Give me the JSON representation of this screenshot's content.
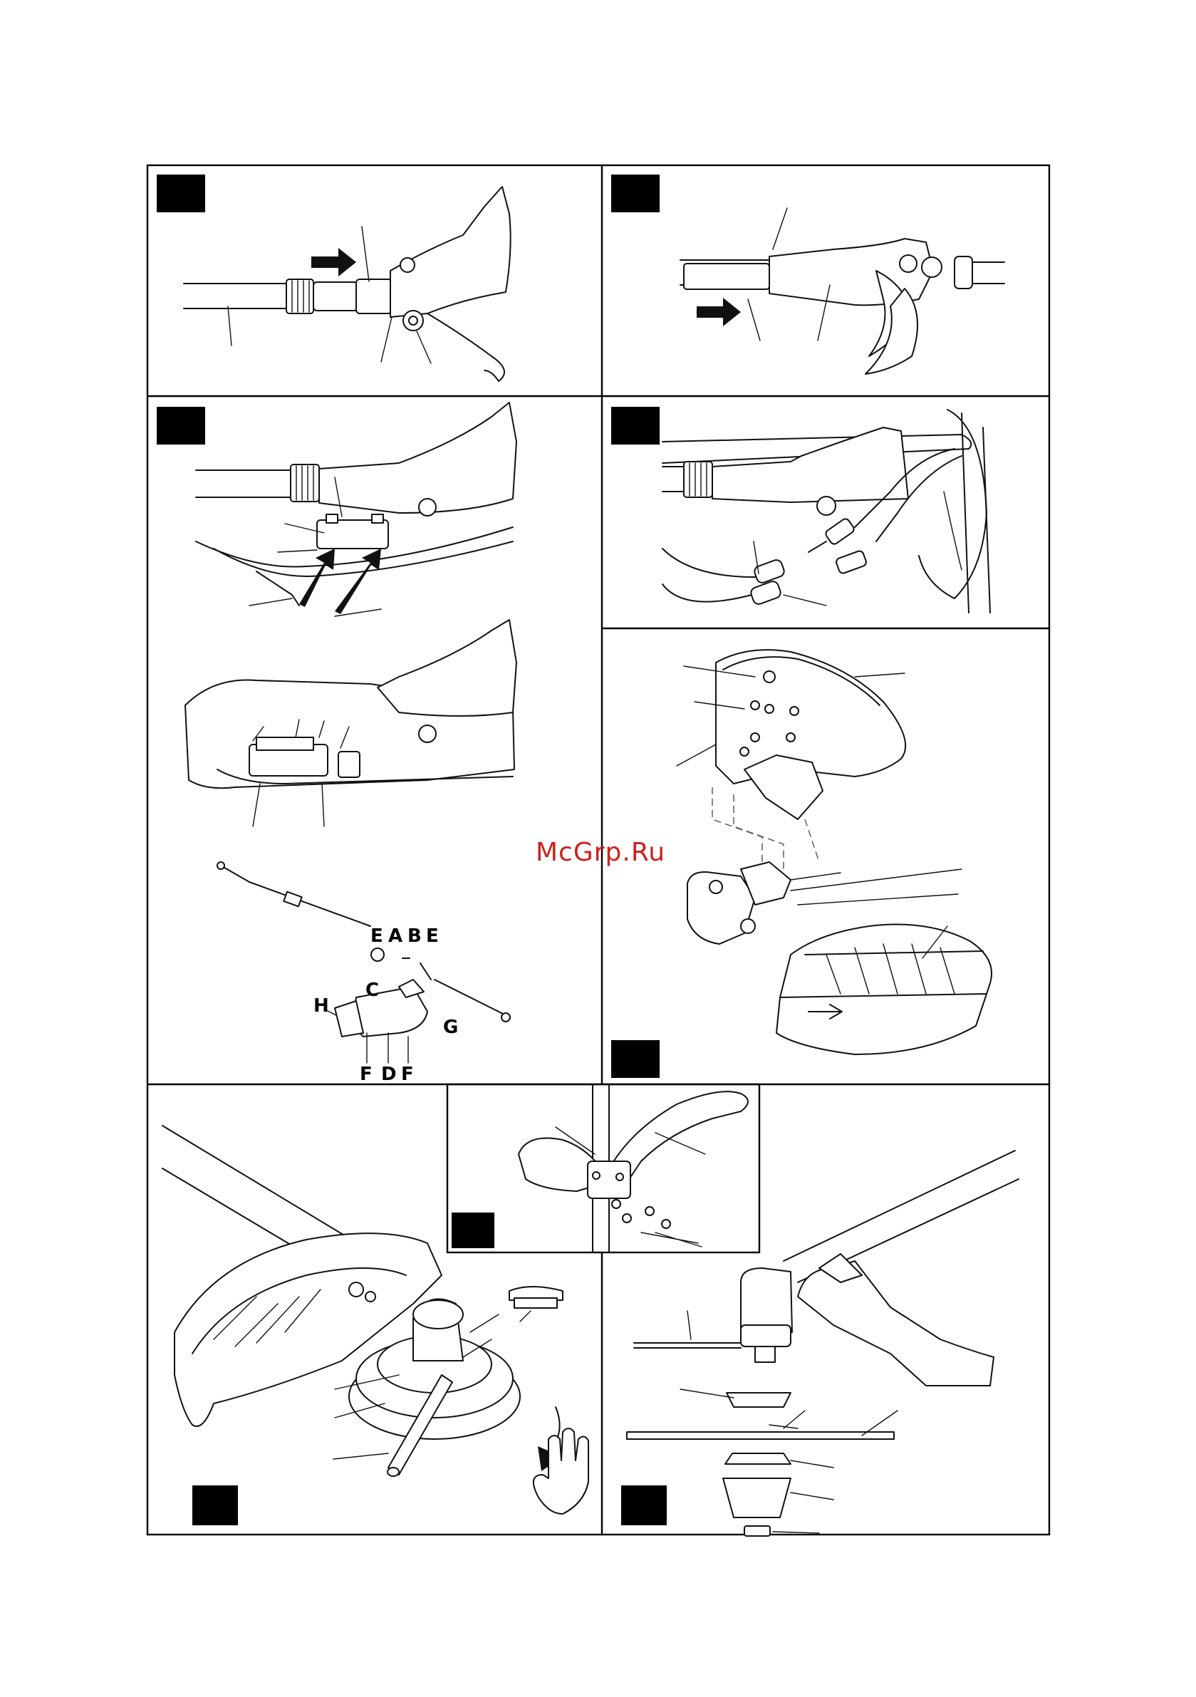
{
  "watermark": "McGrp.Ru",
  "part_letters": {
    "E1": "E",
    "A": "A",
    "B": "B",
    "E2": "E",
    "C": "C",
    "H": "H",
    "G": "G",
    "F1": "F",
    "D": "D",
    "F2": "F"
  },
  "colors": {
    "line": "#111111",
    "background": "#ffffff",
    "watermark": "#cf1f1f"
  }
}
